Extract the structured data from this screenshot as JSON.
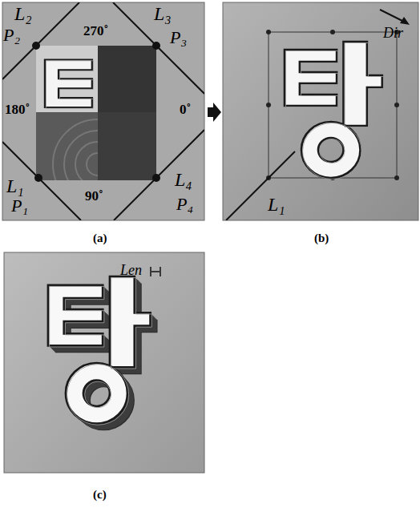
{
  "diagram": {
    "labels": [
      "L₂",
      "P₂",
      "270˚",
      "L₃",
      "P₃",
      "180˚",
      "0˚",
      "L₁",
      "P₁",
      "90˚",
      "L₄",
      "P₄",
      "(a)",
      "Dir",
      "L₁",
      "(b)",
      "Len",
      "(c)"
    ]
  }
}
